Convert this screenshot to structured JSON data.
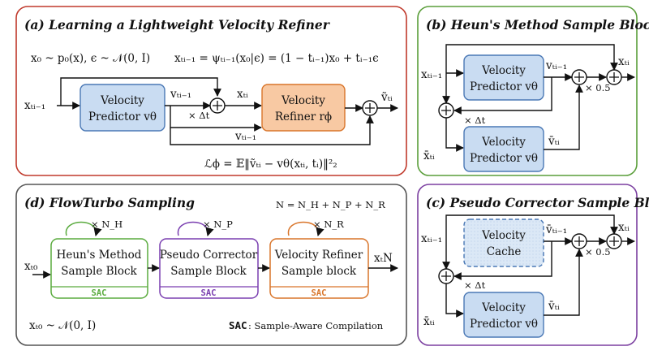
{
  "panel_a": {
    "title": "(a) Learning a Lightweight Velocity Refiner",
    "eq_prior": "x₀ ~ p₀(x), ϵ ~ 𝒩(0, I)",
    "eq_interp": "xₜᵢ₋₁ = ψₜᵢ₋₁(x₀|ϵ) = (1 − tᵢ₋₁)x₀ + tᵢ₋₁ϵ",
    "input": "xₜᵢ₋₁",
    "predictor": [
      "Velocity",
      "Predictor vθ"
    ],
    "refiner": [
      "Velocity",
      "Refiner rϕ"
    ],
    "v_label": "vₜᵢ₋₁",
    "v_label2": "vₜᵢ₋₁",
    "step": "× Δt",
    "xt": "xₜᵢ",
    "out": "ṽₜᵢ",
    "loss": "ℒϕ = 𝔼‖ṽₜᵢ − vθ(xₜᵢ, tᵢ)‖²₂"
  },
  "panel_b": {
    "title": "(b) Heun's Method Sample Block",
    "input": "xₜᵢ₋₁",
    "pred_top": [
      "Velocity",
      "Predictor vθ"
    ],
    "pred_bot": [
      "Velocity",
      "Predictor vθ"
    ],
    "v_top": "vₜᵢ₋₁",
    "v_bot": "v̄ₜᵢ",
    "x_bar": "x̄ₜᵢ",
    "step": "× Δt",
    "half": "× 0.5",
    "out": "xₜᵢ"
  },
  "panel_c": {
    "title": "(c) Pseudo Corrector Sample Block",
    "input": "xₜᵢ₋₁",
    "cache": [
      "Velocity",
      "Cache"
    ],
    "pred_bot": [
      "Velocity",
      "Predictor vθ"
    ],
    "v_top": "v̄ₜᵢ₋₁",
    "v_bot": "v̄ₜᵢ",
    "x_bar": "x̄ₜᵢ",
    "step": "× Δt",
    "half": "× 0.5",
    "out": "xₜᵢ"
  },
  "panel_d": {
    "title": "(d) FlowTurbo Sampling",
    "eq_n": "N = N_H + N_P + N_R",
    "input": "xₜ₀",
    "output": "xₜN",
    "blocks": [
      {
        "lines": [
          "Heun's Method",
          "Sample Block"
        ],
        "tag": "SAC",
        "loop": "× N_H"
      },
      {
        "lines": [
          "Pseudo Corrector",
          "Sample Block"
        ],
        "tag": "SAC",
        "loop": "× N_P"
      },
      {
        "lines": [
          "Velocity Refiner",
          "Sample block"
        ],
        "tag": "SAC",
        "loop": "× N_R"
      }
    ],
    "eq_init": "xₜ₀ ~ 𝒩(0, I)",
    "sac_key": "SAC",
    "sac_desc": ": Sample-Aware Compilation"
  },
  "colors": {
    "panel_a": "#c0392b",
    "panel_b": "#5a9e3a",
    "panel_c": "#7b3fa0",
    "panel_d": "#555555",
    "blue_fill": "#c9dcf2",
    "blue_stroke": "#4a78b5",
    "orange_fill": "#f8c9a3",
    "orange_stroke": "#d9752a",
    "green": "#5aab3e",
    "purple": "#7a3fb0",
    "orange": "#d9752a"
  }
}
